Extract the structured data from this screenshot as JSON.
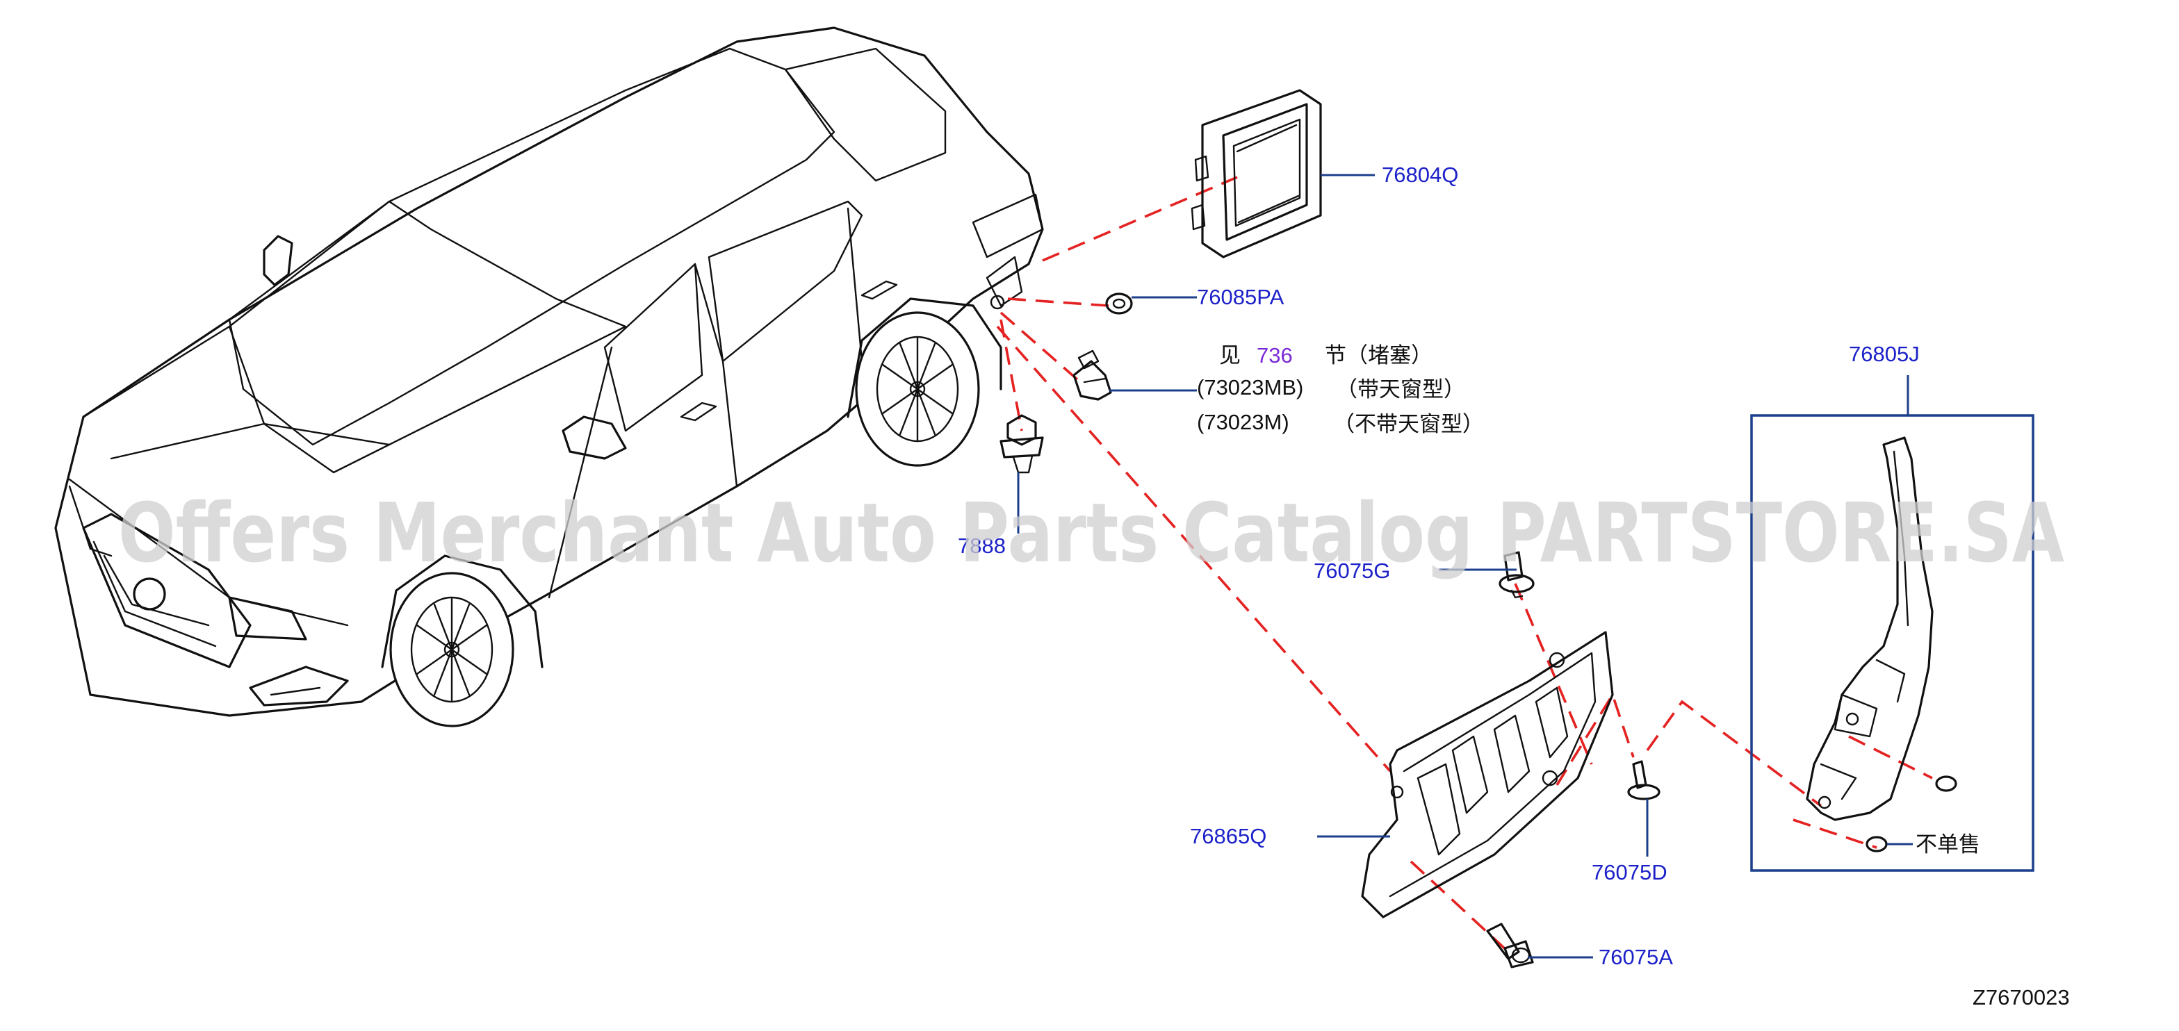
{
  "diagram": {
    "part_labels": {
      "p76804Q": "76804Q",
      "p76085PA": "76085PA",
      "p73023MB": "(73023MB)",
      "p73023M": "(73023M)",
      "p788": "7888",
      "p76075G": "76075G",
      "p76805J": "76805J",
      "p76865Q": "76865Q",
      "p76075D": "76075D",
      "p76075A": "76075A"
    },
    "notes": {
      "see_prefix": "见",
      "see_section": "736",
      "see_suffix": "节（堵塞）",
      "with_sunroof": "（带天窗型）",
      "without_sunroof": "（不带天窗型）",
      "not_sold_separately": "不单售"
    },
    "figure_code": "Z7670023",
    "watermark": "Offers Merchant Auto Parts Catalog PARTSTORE.SA",
    "colors": {
      "label_blue": "#1c22c8",
      "leader_blue": "#1c3f8c",
      "dash_red": "#e52222",
      "section_ref_purple": "#7a2ad6"
    }
  }
}
